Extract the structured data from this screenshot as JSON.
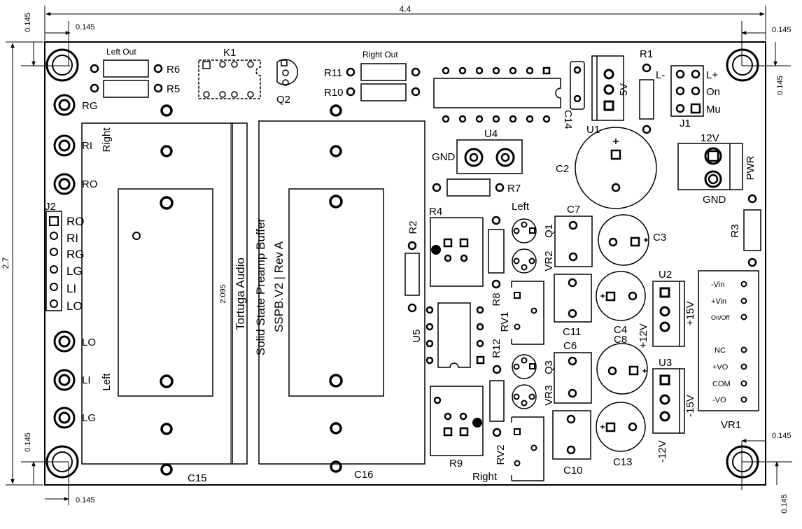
{
  "dims": {
    "width": "4.4",
    "height": "2.7",
    "inner": "2.095",
    "hole_left_x": "0.145",
    "hole_right_x": "0.145",
    "hole_left_bottom_x": "0.145",
    "hole_right_bottom_x": "0.145",
    "hole_top_y": "0.145",
    "hole_bottom_y": "0.145",
    "hole_right_y": "0.145",
    "hole_right_bottom_y": "0.145"
  },
  "title": {
    "line1": "Tortuga Audio",
    "line2": "Solid State Preamp Buffer",
    "line3": "SSPB.V2 | Rev A"
  },
  "labels": {
    "left_out": "Left Out",
    "right_out": "Right Out",
    "right": "Right",
    "left": "Left",
    "left_mid": "Left",
    "right_bottom": "Right",
    "gnd_u4": "GND",
    "gnd_pwr": "GND",
    "pwr": "PWR",
    "v12": "12V",
    "v5": "5V",
    "plus15": "+15V",
    "plus12": "+12V",
    "minus15": "-15V",
    "minus12": "-12V",
    "l_minus": "L-",
    "l_plus": "L+",
    "on": "On",
    "mu": "Mu"
  },
  "jacks": {
    "rg": "RG",
    "ri": "RI",
    "ro": "RO",
    "lo": "LO",
    "li": "LI",
    "lg": "LG"
  },
  "j2_pins": [
    "RO",
    "RI",
    "RG",
    "LG",
    "LI",
    "LO"
  ],
  "vr1_pins": [
    "-Vin",
    "+Vin",
    "On/Off",
    "NC",
    "+VO",
    "COM",
    "-VO"
  ],
  "refs": {
    "k1": "K1",
    "q2": "Q2",
    "r6": "R6",
    "r5": "R5",
    "r11": "R11",
    "r10": "R10",
    "r1": "R1",
    "u4": "U4",
    "u1": "U1",
    "c14": "C14",
    "j1": "J1",
    "j2": "J2",
    "c2": "C2",
    "r7": "R7",
    "r4": "R4",
    "r2": "R2",
    "c7": "C7",
    "q1": "Q1",
    "vr2": "VR2",
    "c3": "C3",
    "r3": "R3",
    "u2": "U2",
    "r8": "R8",
    "rv1": "RV1",
    "c11": "C11",
    "c4": "C4",
    "c8": "C8",
    "u5": "U5",
    "r12": "R12",
    "c6": "C6",
    "q3": "Q3",
    "vr3": "VR3",
    "u3": "U3",
    "vr1": "VR1",
    "r9": "R9",
    "rv2": "RV2",
    "c10": "C10",
    "c13": "C13",
    "c15": "C15",
    "c16": "C16"
  },
  "colors": {
    "ink": "#000000",
    "paper": "#ffffff"
  }
}
